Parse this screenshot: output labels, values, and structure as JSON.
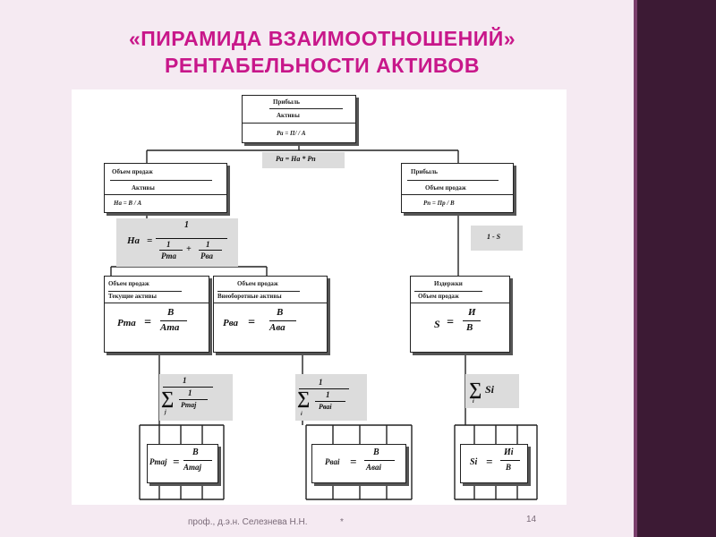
{
  "slide": {
    "title_line1": "«ПИРАМИДА ВЗАИМООТНОШЕНИЙ»",
    "title_line2": "РЕНТАБЕЛЬНОСТИ АКТИВОВ",
    "footer_author": "проф., д.э.н. Селезнева Н.Н.",
    "footer_mark": "*",
    "page_number": "14",
    "accent_color": "#c8178a",
    "band_color": "#3c1a34"
  },
  "diagram": {
    "top": {
      "numerator": "Прибыль",
      "denominator": "Активы",
      "formula": "Ра = П/ / А"
    },
    "top_relation": "Ра = На * Рп",
    "left": {
      "numerator": "Объем продаж",
      "denominator": "Активы",
      "formula": "На = В / А"
    },
    "right": {
      "numerator": "Прибыль",
      "denominator": "Объем продаж",
      "formula": "Рп = Пр / В"
    },
    "left_relation": {
      "lhs": "На",
      "num": "1",
      "t1n": "1",
      "t1d": "Pта",
      "t2n": "1",
      "t2d": "Pва"
    },
    "right_relation": "1 - S",
    "l3a": {
      "numerator": "Объем продаж",
      "denominator": "Текущие активы",
      "lhs": "Pта",
      "fn": "B",
      "fd": "Aта"
    },
    "l3b": {
      "numerator": "Объем продаж",
      "denominator": "Внеоборотные активы",
      "lhs": "Pва",
      "fn": "B",
      "fd": "Aва"
    },
    "l3c": {
      "numerator": "Издержки",
      "denominator": "Объем продаж",
      "lhs": "S",
      "fn": "И",
      "fd": "B"
    },
    "sum_a": {
      "top": "1",
      "inner_num": "1",
      "inner_den": "Pтаj",
      "index": "j"
    },
    "sum_b": {
      "top": "1",
      "inner_num": "1",
      "inner_den": "Pваi",
      "index": "i"
    },
    "sum_c": {
      "term": "Si",
      "index": "i"
    },
    "bot_a": {
      "lhs": "Pтаj",
      "fn": "B",
      "fd": "Aтаj"
    },
    "bot_b": {
      "lhs": "Pваi",
      "fn": "B",
      "fd": "Aваi"
    },
    "bot_c": {
      "lhs": "Si",
      "fn": "Иi",
      "fd": "B"
    }
  }
}
